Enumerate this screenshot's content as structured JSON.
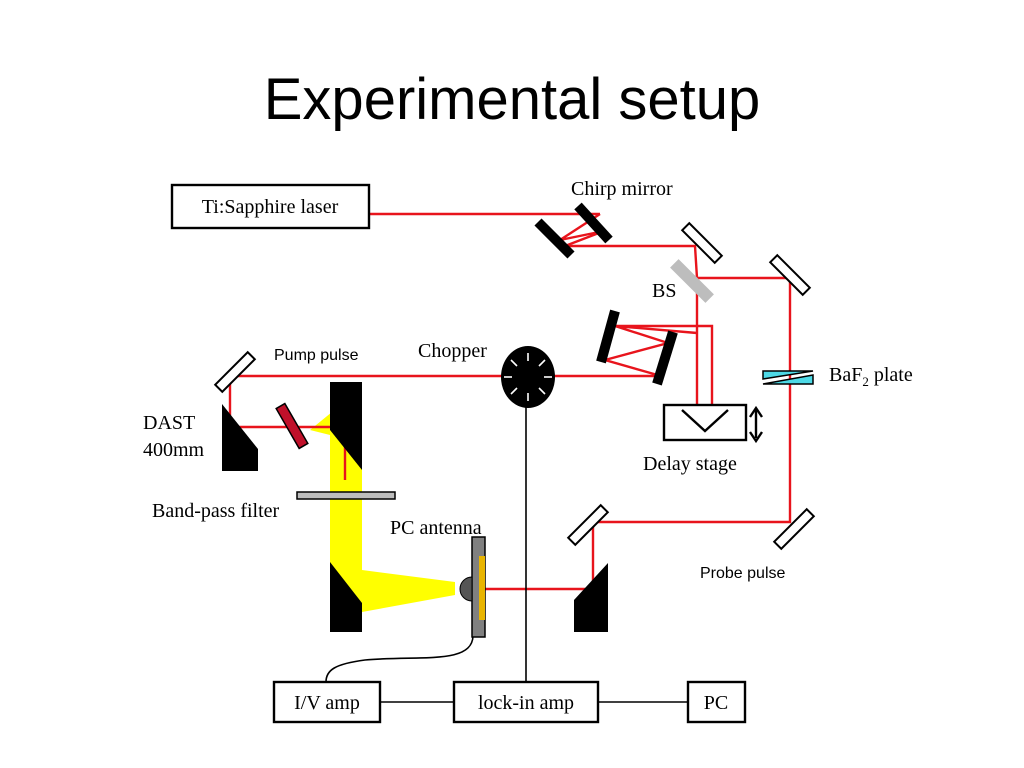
{
  "title": "Experimental setup",
  "labels": {
    "laser": "Ti:Sapphire laser",
    "chirp_mirror": "Chirp mirror",
    "bs": "BS",
    "pump_pulse": "Pump pulse",
    "chopper": "Chopper",
    "baf2_base": "BaF",
    "baf2_sub": "2",
    "baf2_suffix": " plate",
    "dast_line1": "DAST",
    "dast_line2": "400mm",
    "delay_stage": "Delay stage",
    "band_pass_filter": "Band-pass filter",
    "pc_antenna": "PC antenna",
    "probe_pulse": "Probe pulse",
    "iv_amp": "I/V amp",
    "lockin_amp": "lock-in amp",
    "pc": "PC"
  },
  "colors": {
    "beam": "#e8141c",
    "thz_beam": "#ffff00",
    "mirror_fill": "#ffffff",
    "bs_fill": "#bdbdbd",
    "baf2_fill": "#4dd9e6",
    "filter_fill": "#c0102a",
    "antenna_body": "#808080",
    "antenna_strip": "#e8b400"
  }
}
